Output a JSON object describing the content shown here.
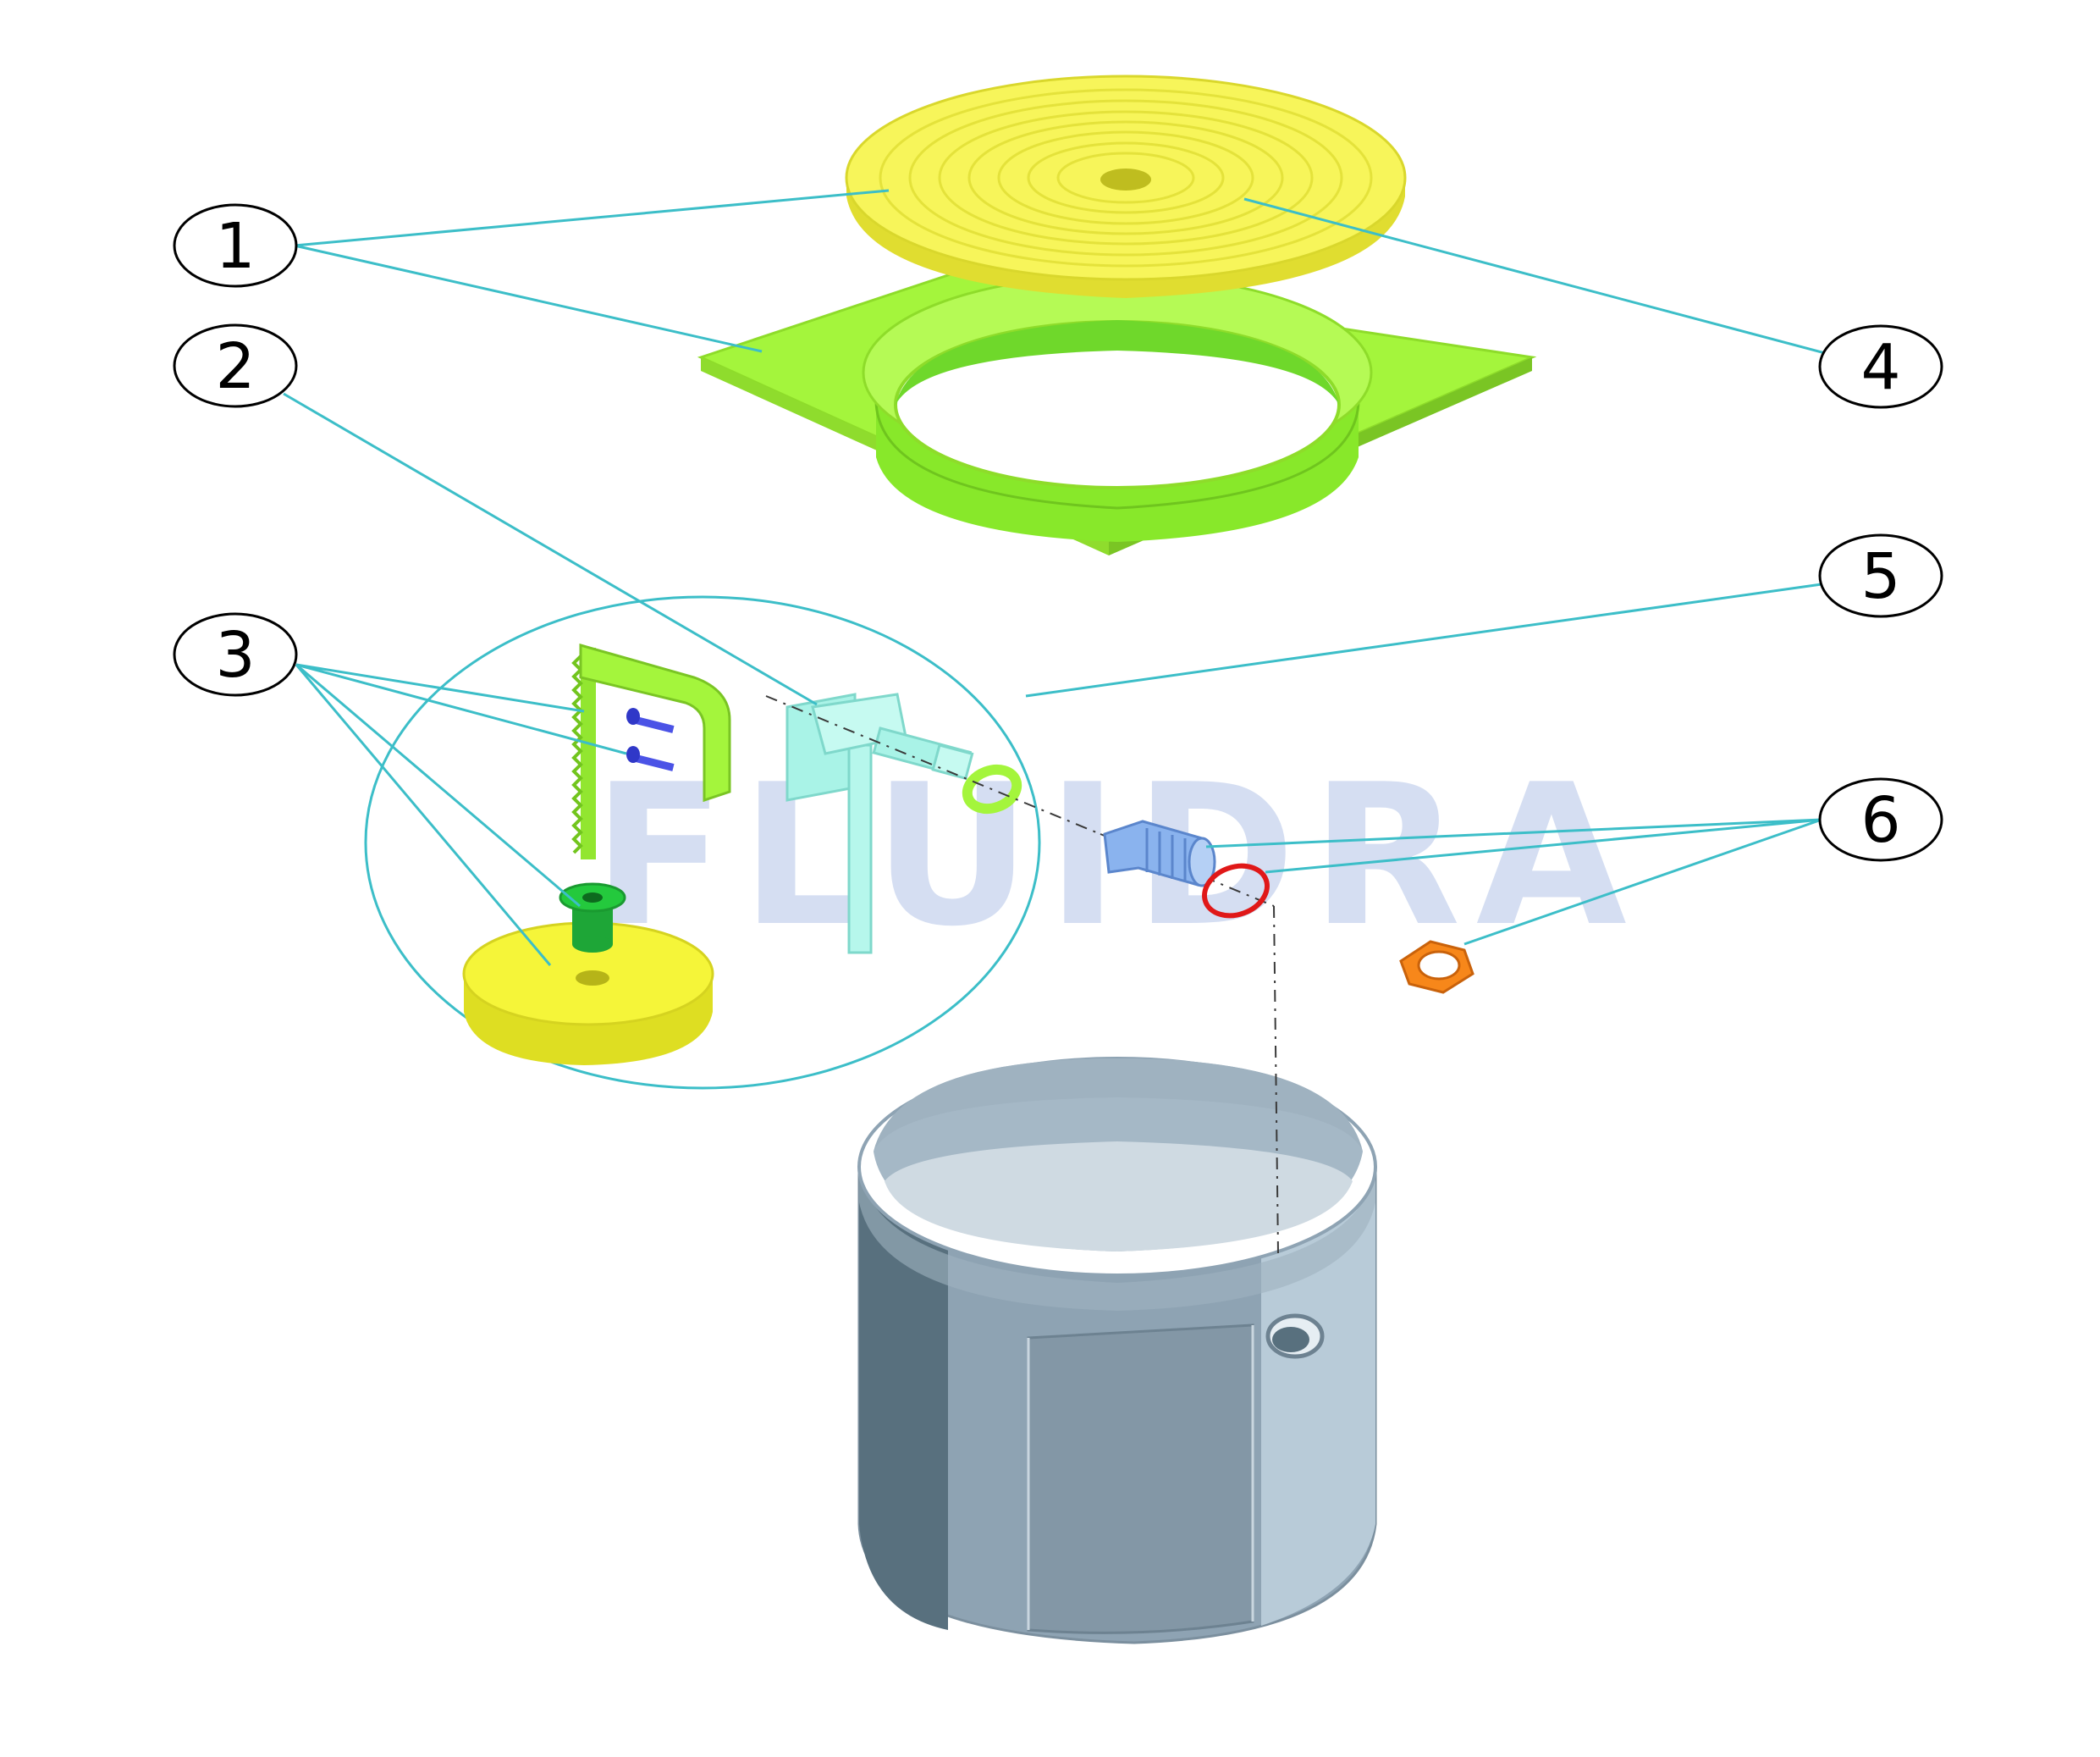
{
  "callouts": [
    {
      "id": "1",
      "label": "1"
    },
    {
      "id": "2",
      "label": "2"
    },
    {
      "id": "3",
      "label": "3"
    },
    {
      "id": "4",
      "label": "4"
    },
    {
      "id": "5",
      "label": "5"
    },
    {
      "id": "6",
      "label": "6"
    }
  ],
  "watermark": "FLUIDRA",
  "colors": {
    "leader": "#3cbec8",
    "lid_yellow": "#f7f55a",
    "frame_green": "#a4f53c",
    "body_grey": "#8ea3b3",
    "body_dark": "#58707e",
    "body_light": "#b8cbd8",
    "connector_cyan": "#a9f3e7",
    "bolt_blue": "#4b53e6",
    "nipple_blue": "#8ab3ee",
    "oring_red": "#e01818",
    "nut_orange": "#f7871a",
    "float_green": "#24c93d",
    "watermark_blue": "#c7d4ee"
  }
}
